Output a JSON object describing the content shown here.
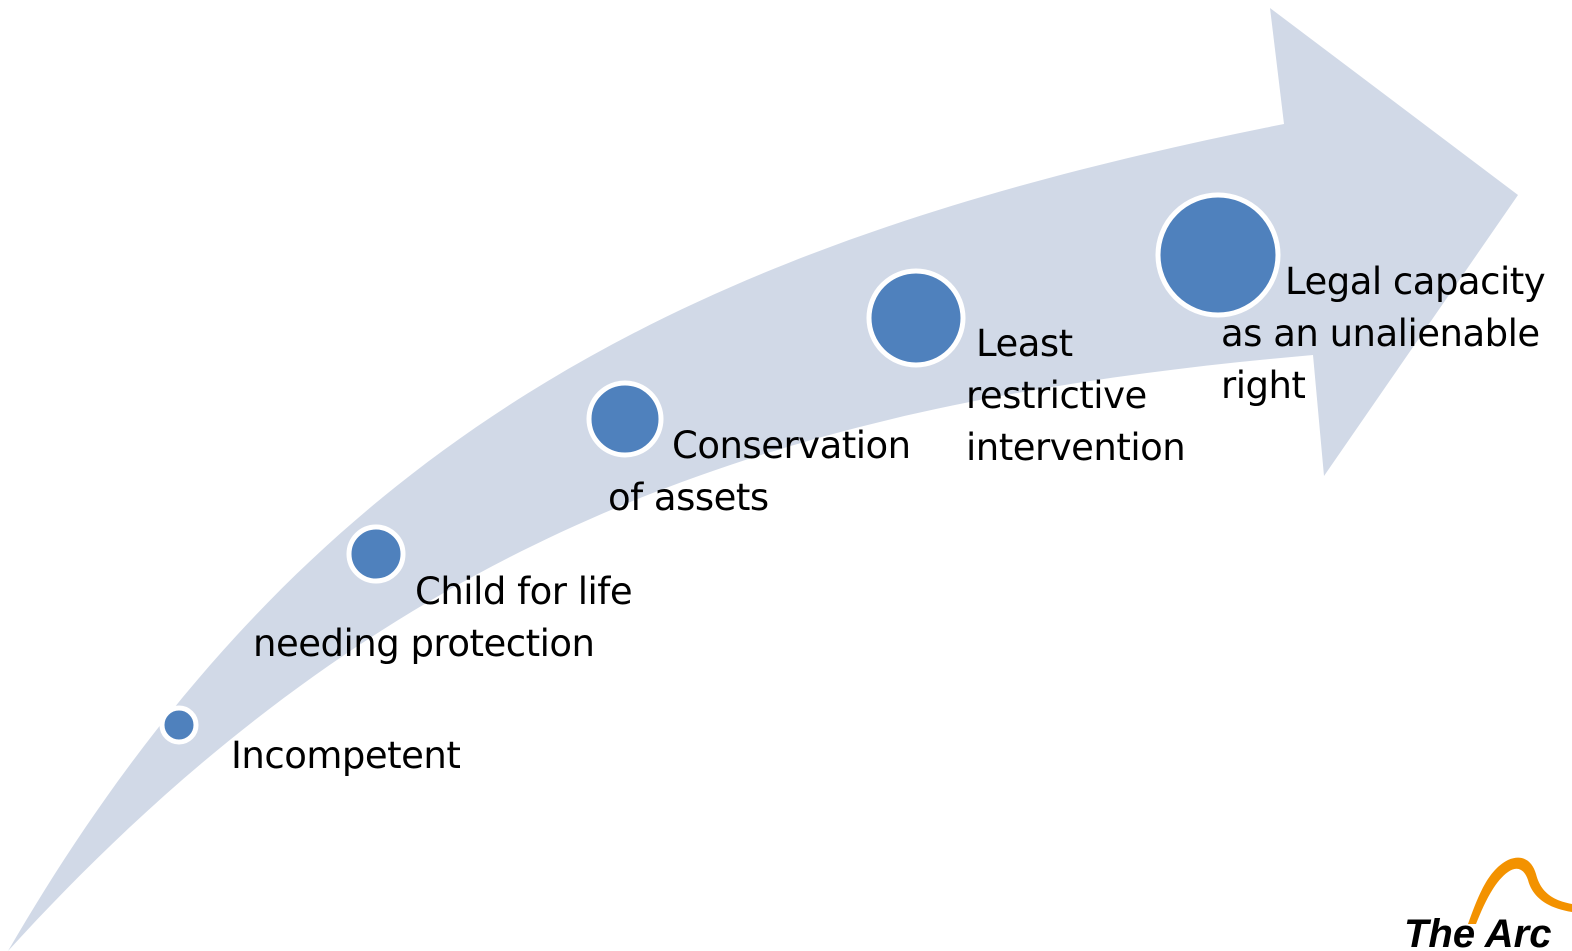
{
  "colors": {
    "arrow_fill": "#D1D9E7",
    "circle_fill": "#4F81BD",
    "circle_stroke": "#FFFFFF",
    "logo_orange": "#F39200"
  },
  "steps": [
    {
      "label": "Incompetent"
    },
    {
      "label": "Child for life\nneeding protection"
    },
    {
      "label": "Conservation\nof assets"
    },
    {
      "label": "Least\nrestrictive\nintervention"
    },
    {
      "label": "Legal capacity\nas an unalienable\nright"
    }
  ],
  "logo": {
    "text": "The Arc",
    "icon": "arc-swoosh-icon"
  }
}
